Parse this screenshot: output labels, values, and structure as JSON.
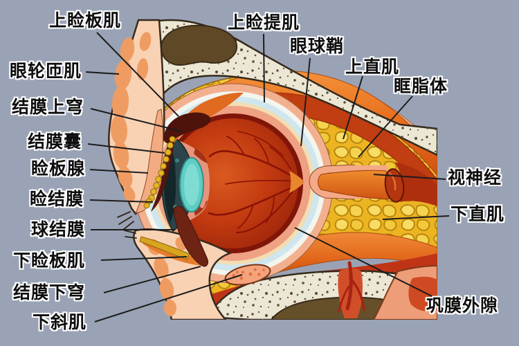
{
  "figure": {
    "type": "anatomical-diagram",
    "description": "Sagittal section of the human eye, eyelids and orbit with Chinese anatomical labels",
    "background_color": "#9aa3b5",
    "label_text_color": "#0d0d0d",
    "label_outline_color": "#ffffff"
  },
  "labels": [
    {
      "name": "superior-tarsal-muscle",
      "text": "上睑板肌"
    },
    {
      "name": "orbicularis-oculi",
      "text": "眼轮匝肌"
    },
    {
      "name": "superior-conjunctival-fornix",
      "text": "结膜上穹"
    },
    {
      "name": "conjunctival-sac",
      "text": "结膜囊"
    },
    {
      "name": "tarsal-glands",
      "text": "睑板腺"
    },
    {
      "name": "palpebral-conjunctiva",
      "text": "睑结膜"
    },
    {
      "name": "bulbar-conjunctiva",
      "text": "球结膜"
    },
    {
      "name": "inferior-tarsal-muscle",
      "text": "下睑板肌"
    },
    {
      "name": "inferior-conjunctival-fornix",
      "text": "结膜下穹"
    },
    {
      "name": "inferior-oblique-muscle",
      "text": "下斜肌"
    },
    {
      "name": "levator-palpebrae-superioris",
      "text": "上睑提肌"
    },
    {
      "name": "sheath-of-eyeball",
      "text": "眼球鞘"
    },
    {
      "name": "superior-rectus-muscle",
      "text": "上直肌"
    },
    {
      "name": "orbital-fat-body",
      "text": "眶脂体"
    },
    {
      "name": "optic-nerve",
      "text": "视神经"
    },
    {
      "name": "inferior-rectus-muscle",
      "text": "下直肌"
    },
    {
      "name": "episcleral-space",
      "text": "巩膜外隙"
    }
  ],
  "palette": {
    "background": "#9aa3b5",
    "bone": "#ece7d4",
    "bone_speckle": "#5d4c38",
    "sinus_brown": "#5e4826",
    "fat_yellow": "#edb422",
    "fat_cell": "#f8dc63",
    "muscle_orange": "#e8701e",
    "muscle_dark_red": "#c13d12",
    "sheath_salmon": "#f3b08e",
    "sheath_white": "#f3f5ee",
    "episcleral_blue": "#cfe6ee",
    "sclera_salmon": "#efa183",
    "choroid_dark": "#801509",
    "vitreous_red": "#c23a10",
    "vessel_red": "#8a1206",
    "lens_teal": "#5fcdc3",
    "iris_dark": "#2b454b",
    "skin": "#f9d2b4",
    "orbicularis_orange": "#ef9c63",
    "tarsal_gland_yellow": "#e6b61f",
    "optic_nerve_orange": "#d45a14",
    "leader_line": "#1c1c1c"
  }
}
